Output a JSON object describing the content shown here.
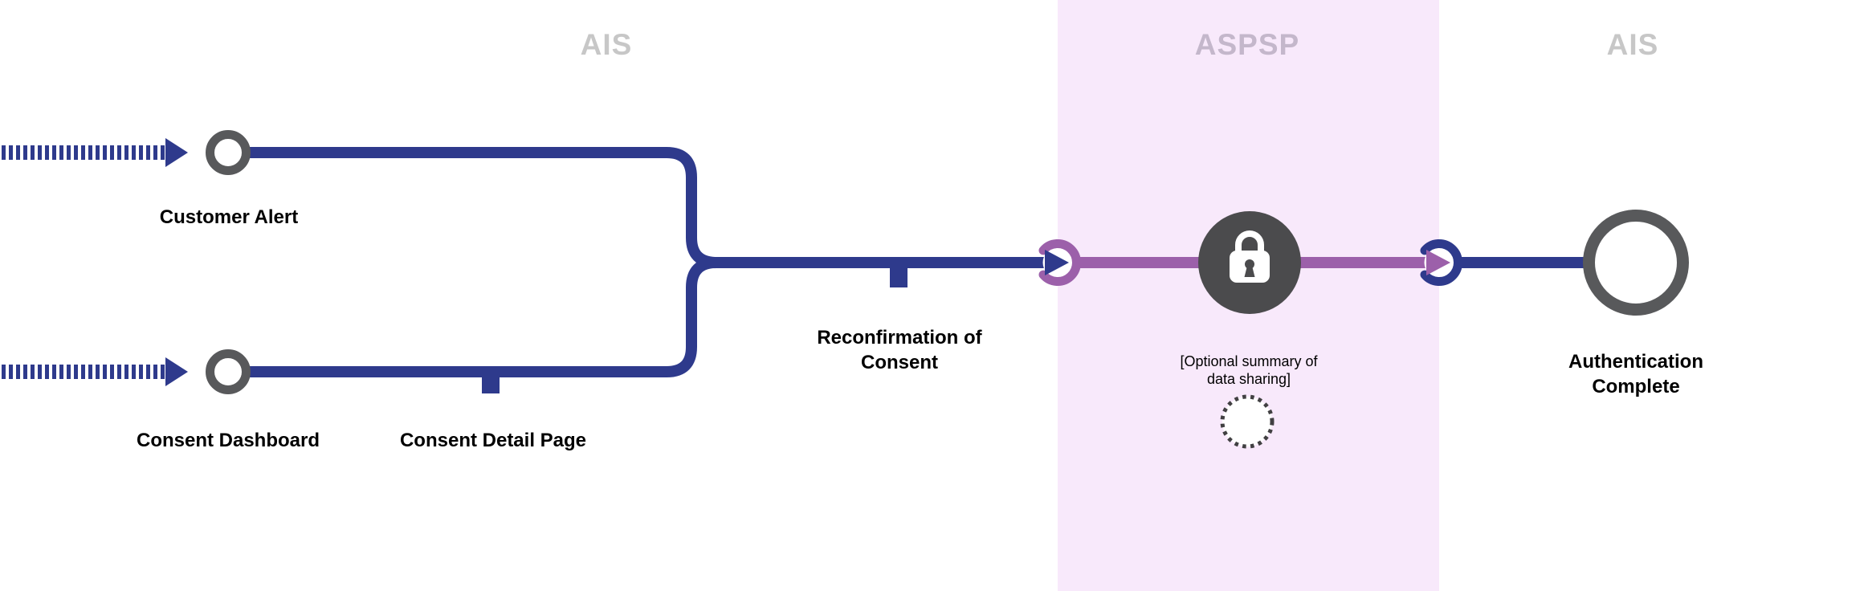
{
  "lanes": [
    {
      "label": "AIS"
    },
    {
      "label": "ASPSP"
    },
    {
      "label": "AIS"
    }
  ],
  "nodes": {
    "customer_alert": "Customer Alert",
    "consent_dashboard": "Consent Dashboard",
    "consent_detail_page": "Consent Detail Page",
    "reconfirmation_of_consent": "Reconfirmation of Consent",
    "optional_summary": "[Optional summary of data sharing]",
    "authentication_complete": "Authentication Complete"
  },
  "icons": {
    "lock": "lock-icon",
    "arrow_right": "arrow-right-icon",
    "dashed_circle": "dashed-circle-icon",
    "start_ring": "ring-node-icon"
  },
  "colors": {
    "background": "#FFFFFF",
    "navy": "#2E3A8C",
    "purple": "#9C60AA",
    "band_pink": "#F8E9FB",
    "ring_gray": "#58595B",
    "lock_gray": "#4B4B4D",
    "dotted_gray": "#414042",
    "lane_label_gray": "#C7C7C7",
    "aspsp_label": "#C4B7CB",
    "text_black": "#000000"
  }
}
